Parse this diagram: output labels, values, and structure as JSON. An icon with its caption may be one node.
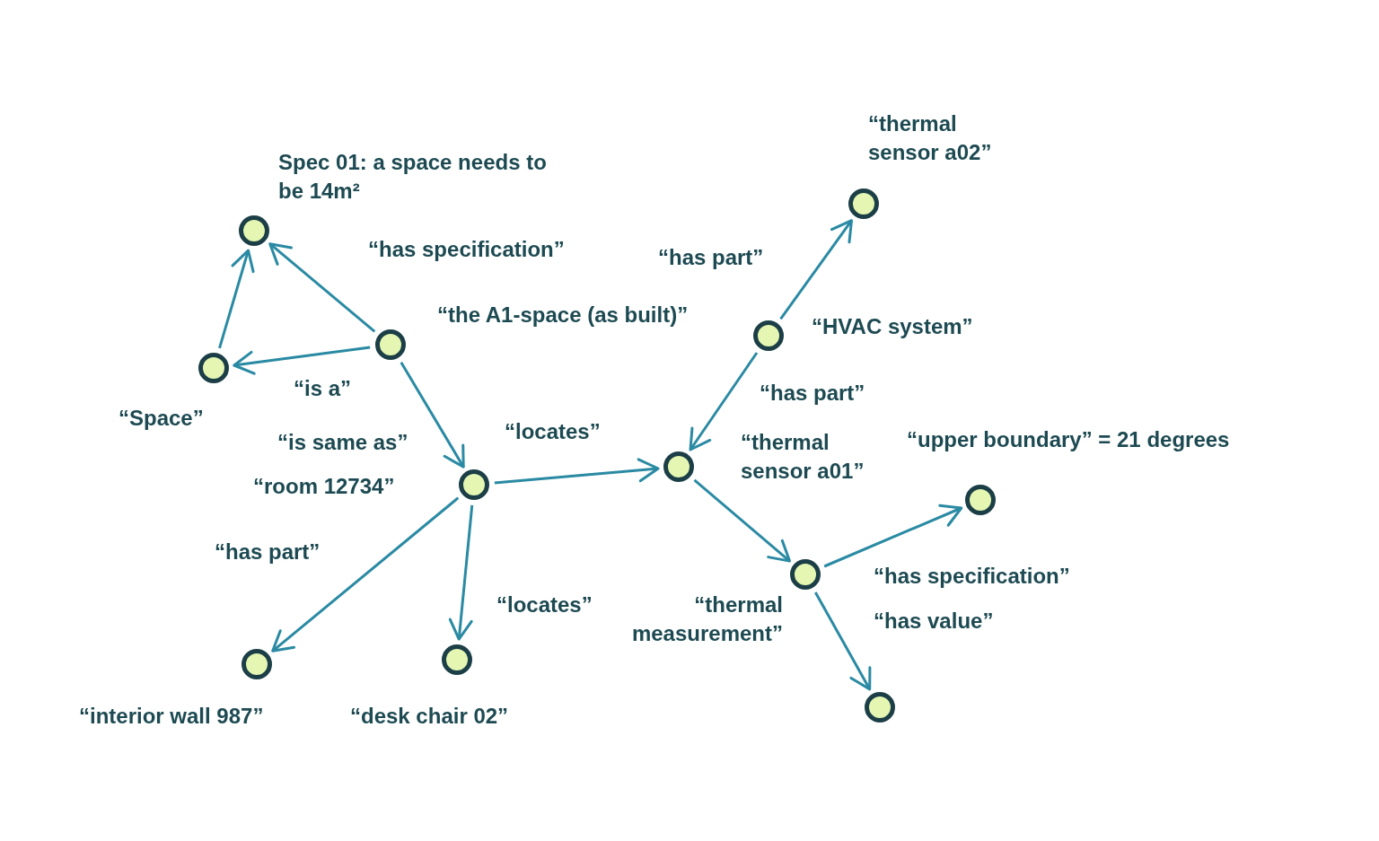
{
  "diagram": {
    "nodes": [
      {
        "text": [
          "Spec 01: a space needs to be 14m²"
        ]
      },
      {
        "text": [
          "“Space”"
        ]
      },
      {
        "text": [
          "“the A1-space (as built)”"
        ]
      },
      {
        "text": [
          "“room 12734”"
        ]
      },
      {
        "text": [
          "“thermal sensor a01”"
        ]
      },
      {
        "text": [
          "“HVAC system”"
        ]
      },
      {
        "text": [
          "“thermal sensor a02”"
        ]
      },
      {
        "text": [
          "“thermal measurement”"
        ]
      },
      {
        "text": [
          "“upper boundary” = 21 degrees"
        ]
      },
      {
        "text": [],
        "shape": "circle"
      },
      {
        "text": [
          "“interior wall 987”"
        ]
      },
      {
        "text": [
          "“desk chair 02”"
        ]
      }
    ],
    "edges": [
      {
        "from": 2,
        "to": 0,
        "arrow": "to",
        "label": "“has specification”"
      },
      {
        "from": 1,
        "to": 0,
        "arrow": "to"
      },
      {
        "from": 2,
        "to": 1,
        "arrow": "to",
        "label": "“is a”"
      },
      {
        "from": 2,
        "to": 3,
        "arrow": "to",
        "label": "“is same as”"
      },
      {
        "from": 3,
        "to": 4,
        "arrow": "to",
        "label": "“locates”"
      },
      {
        "from": 3,
        "to": 10,
        "arrow": "to",
        "label": "“has part”"
      },
      {
        "from": 3,
        "to": 11,
        "arrow": "to",
        "label": "“locates”"
      },
      {
        "from": 5,
        "to": 6,
        "arrow": "to",
        "label": "“has part”"
      },
      {
        "from": 5,
        "to": 4,
        "arrow": "to",
        "label": "“has part”"
      },
      {
        "from": 4,
        "to": 7,
        "arrow": "to"
      },
      {
        "from": 7,
        "to": 8,
        "arrow": "to",
        "label": "“has specification”"
      },
      {
        "from": 7,
        "to": 9,
        "arrow": "to",
        "label": "“has value”"
      }
    ]
  }
}
